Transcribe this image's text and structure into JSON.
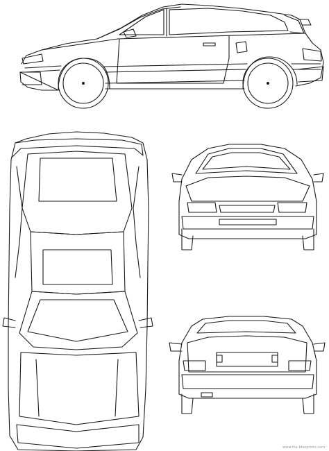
{
  "diagram": {
    "subject": "",
    "views": [
      "side-view",
      "top-view",
      "front-view",
      "rear-view"
    ]
  },
  "watermark": {
    "text": "www.the-blueprints.com"
  },
  "colors": {
    "line": "#1a1a1a",
    "background": "#ffffff",
    "watermark": "#9a9a9a"
  }
}
